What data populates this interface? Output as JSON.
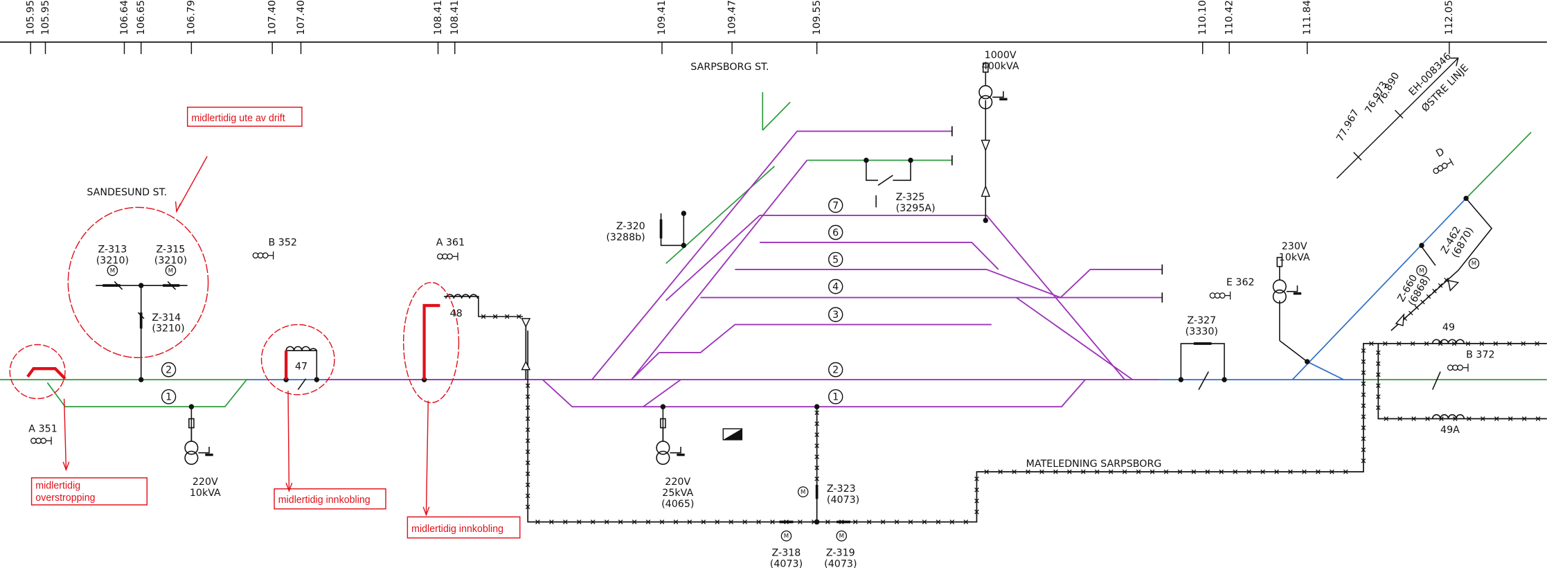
{
  "kilometre_ticks": [
    {
      "label": "105.951"
    },
    {
      "label": "105.955"
    },
    {
      "label": "106.640"
    },
    {
      "label": "106.659"
    },
    {
      "label": "106.795"
    },
    {
      "label": "107.402"
    },
    {
      "label": "107.400"
    },
    {
      "label": "108.411"
    },
    {
      "label": "108.417"
    },
    {
      "label": "109.413"
    },
    {
      "label": "109.470"
    },
    {
      "label": "109.552"
    },
    {
      "label": "110.100"
    },
    {
      "label": "110.420"
    },
    {
      "label": "111.841"
    },
    {
      "label": "112.055"
    }
  ],
  "stations": {
    "sarpsborg": "SARPSBORG ST.",
    "sandesund": "SANDESUND ST."
  },
  "feeder_title": "MATELEDNING SARPSBORG",
  "annotations": [
    {
      "text": "midlertidig ute av drift"
    },
    {
      "text": "midlertidig\noverstropping"
    },
    {
      "text": "midlertidig innkobling"
    },
    {
      "text": "midlertidig innkobling"
    }
  ],
  "switches": [
    {
      "id": "Z-313",
      "no": "(3210)"
    },
    {
      "id": "Z-315",
      "no": "(3210)"
    },
    {
      "id": "Z-314",
      "no": "(3210)"
    },
    {
      "id": "Z-320",
      "no": "(3288b)"
    },
    {
      "id": "Z-325",
      "no": "(3295A)"
    },
    {
      "id": "Z-327",
      "no": "(3330)"
    },
    {
      "id": "Z-323",
      "no": "(4073)"
    },
    {
      "id": "Z-318",
      "no": "(4073)"
    },
    {
      "id": "Z-319",
      "no": "(4073)"
    },
    {
      "id": "Z-660",
      "no": "(6868)"
    },
    {
      "id": "Z-462",
      "no": "(6870)"
    }
  ],
  "signals": [
    "A 351",
    "B 352",
    "A 361",
    "E 362",
    "B 372",
    "D"
  ],
  "transformers": [
    {
      "v": "220V",
      "kva": "10kVA"
    },
    {
      "v": "1000V",
      "kva": "400kVA"
    },
    {
      "v": "230V",
      "kva": "10kVA"
    },
    {
      "v": "220V",
      "kva": "25kVA",
      "no": "(4065)"
    }
  ],
  "section_insulators": [
    "47",
    "48",
    "49",
    "49A"
  ],
  "track_numbers": [
    "1",
    "2",
    "3",
    "4",
    "5",
    "6",
    "7",
    "1",
    "2"
  ],
  "line_refs": {
    "eh": "EH-008346",
    "ostre": "ØSTRE LINJE",
    "k1": "76.890",
    "k2": "76.973",
    "k3": "77.967"
  },
  "colors": {
    "catenary": "#2d9a3e",
    "contact": "#9c34b8",
    "feeder": "#2f6fc7",
    "wire": "#111111",
    "annotation": "#e0101a"
  }
}
